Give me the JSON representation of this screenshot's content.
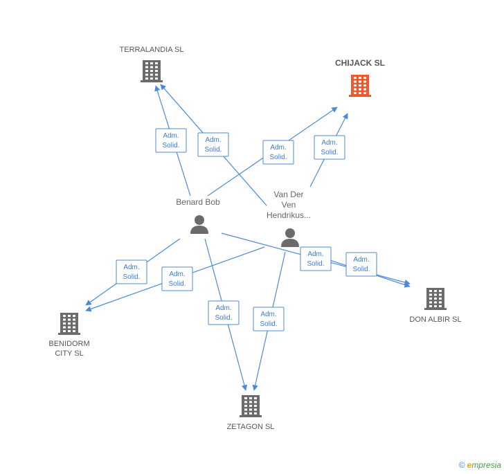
{
  "colors": {
    "edge": "#4a8ad8",
    "building": "#6b6b6b",
    "building_highlight": "#f0582c",
    "person": "#6b6b6b"
  },
  "companies": [
    {
      "id": "terralandia",
      "label_lines": [
        "TERRALANDIA SL"
      ],
      "highlight": false
    },
    {
      "id": "chijack",
      "label_lines": [
        "CHIJACK SL"
      ],
      "highlight": true
    },
    {
      "id": "don_albir",
      "label_lines": [
        "DON ALBIR SL"
      ],
      "highlight": false
    },
    {
      "id": "benidorm",
      "label_lines": [
        "BENIDORM",
        "CITY SL"
      ],
      "highlight": false
    },
    {
      "id": "zetagon",
      "label_lines": [
        "ZETAGON SL"
      ],
      "highlight": false
    }
  ],
  "persons": [
    {
      "id": "benard",
      "label_lines": [
        "Benard Bob"
      ]
    },
    {
      "id": "vander",
      "label_lines": [
        "Van Der",
        "Ven",
        "Hendrikus..."
      ]
    }
  ],
  "relations": [
    {
      "from": "benard",
      "to": "terralandia",
      "label_lines": [
        "Adm.",
        "Solid."
      ]
    },
    {
      "from": "vander",
      "to": "terralandia",
      "label_lines": [
        "Adm.",
        "Solid."
      ]
    },
    {
      "from": "benard",
      "to": "chijack",
      "label_lines": [
        "Adm.",
        "Solid."
      ]
    },
    {
      "from": "vander",
      "to": "chijack",
      "label_lines": [
        "Adm.",
        "Solid."
      ]
    },
    {
      "from": "benard",
      "to": "benidorm",
      "label_lines": [
        "Adm.",
        "Solid."
      ]
    },
    {
      "from": "vander",
      "to": "benidorm",
      "label_lines": [
        "Adm.",
        "Solid."
      ]
    },
    {
      "from": "benard",
      "to": "zetagon",
      "label_lines": [
        "Adm.",
        "Solid."
      ]
    },
    {
      "from": "vander",
      "to": "zetagon",
      "label_lines": [
        "Adm.",
        "Solid."
      ]
    },
    {
      "from": "benard",
      "to": "don_albir",
      "label_lines": [
        "Adm.",
        "Solid."
      ]
    },
    {
      "from": "vander",
      "to": "don_albir",
      "label_lines": [
        "Adm.",
        "Solid."
      ]
    }
  ],
  "brand": {
    "copyright": "©",
    "initial": "e",
    "rest": "mpresia"
  }
}
